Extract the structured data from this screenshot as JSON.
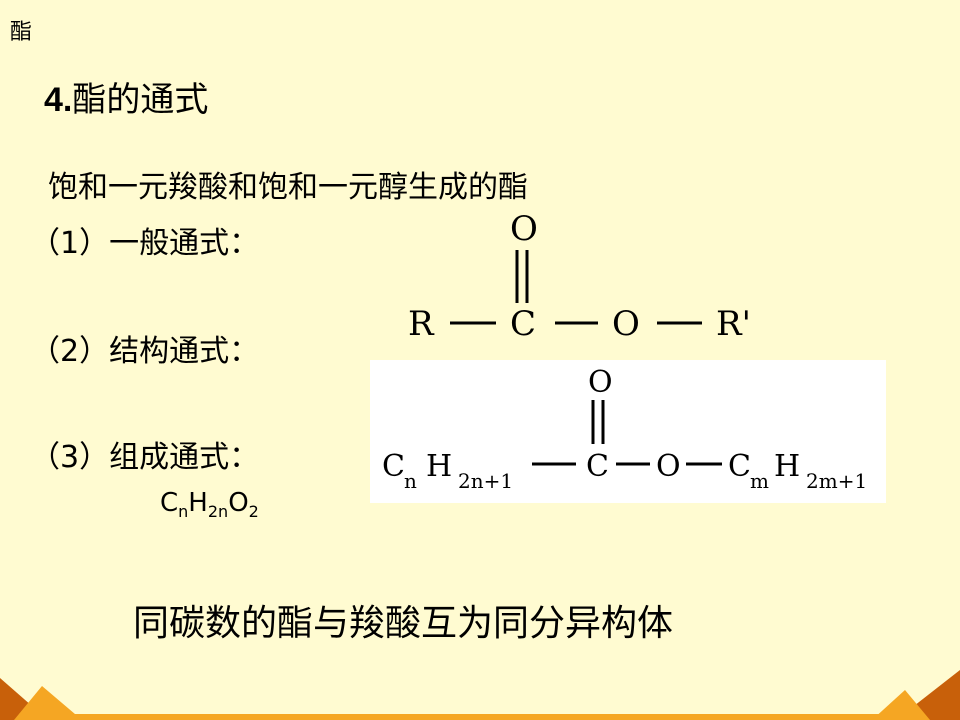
{
  "slide": {
    "corner_label": "酯",
    "heading_number": "4.",
    "heading_text": "酯的通式",
    "intro": "饱和一元羧酸和饱和一元醇生成的酯",
    "item1": "（1）一般通式：",
    "item2": "（2）结构通式：",
    "item3": "（3）组成通式：",
    "composition_formula": {
      "c": "C",
      "c_sub": "n",
      "h": "H",
      "h_sub": "2n",
      "o": "O",
      "o_sub": "2"
    },
    "general_formula": {
      "top_o": "O",
      "r": "R",
      "c": "C",
      "o": "O",
      "r_prime": "R'"
    },
    "structure_formula": {
      "top_o": "O",
      "left_c": "C",
      "left_c_sub": "n",
      "left_h": "H",
      "left_h_sub": "2n+1",
      "c": "C",
      "o": "O",
      "right_c": "C",
      "right_c_sub": "m",
      "right_h": "H",
      "right_h_sub": "2m+1"
    },
    "conclusion": "同碳数的酯与羧酸互为同分异构体",
    "colors": {
      "background": "#fffbd1",
      "decoration_orange": "#f5a623",
      "decoration_dark": "#c8600a"
    }
  }
}
